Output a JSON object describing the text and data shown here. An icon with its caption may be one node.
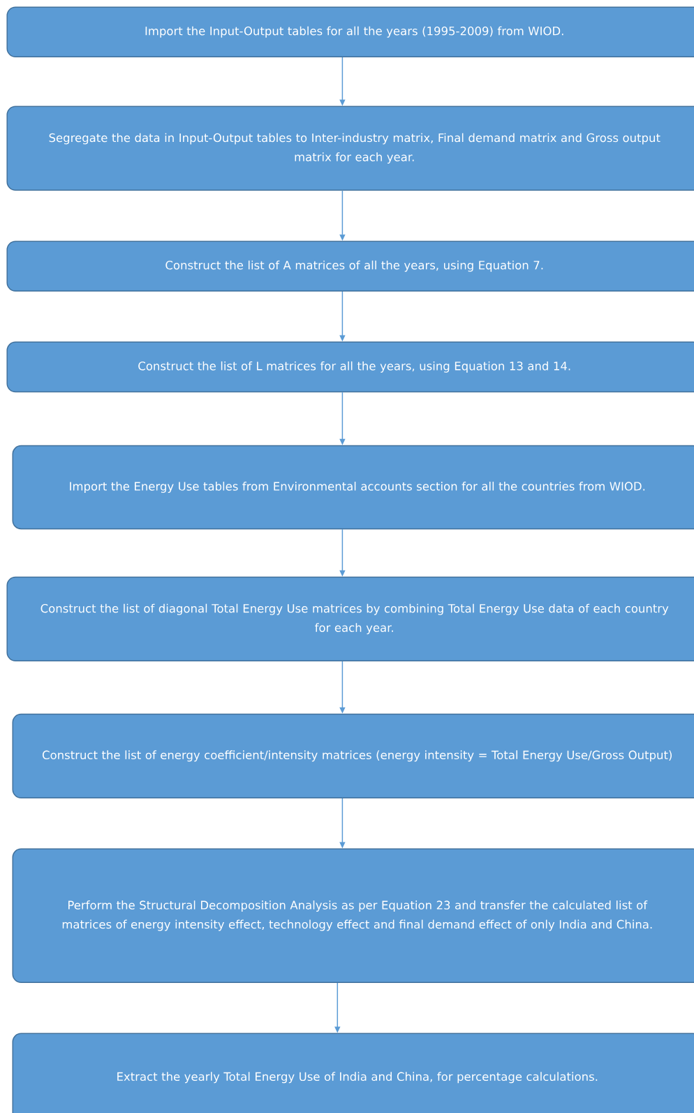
{
  "diagram": {
    "nodes": [
      {
        "text": [
          "Import the Input-Output tables for all the years (1995-2009) from WIOD."
        ]
      },
      {
        "text": [
          "Segregate the data in Input-Output tables to Inter-industry matrix, Final demand matrix and Gross output matrix for each year."
        ]
      },
      {
        "text": [
          "Construct the list of A matrices of all the years, using Equation 7."
        ]
      },
      {
        "text": [
          "Construct the list of L matrices for all the years, using Equation 13 and 14."
        ]
      },
      {
        "text": [
          "Import the Energy Use tables from Environmental accounts section for all the countries from WIOD."
        ]
      },
      {
        "text": [
          "Construct the list of diagonal Total Energy Use matrices by combining Total Energy Use data of each country for each year."
        ]
      },
      {
        "text": [
          "Construct the list of energy coefficient/intensity matrices (energy intensity = Total Energy Use/Gross Output)"
        ]
      },
      {
        "text": [
          "Perform the Structural Decomposition Analysis as per Equation 23 and transfer the calculated list of matrices of energy intensity effect, technology effect and final demand effect of only India and China."
        ]
      },
      {
        "text": [
          "Extract the yearly Total Energy Use of India and China, for percentage calculations."
        ]
      }
    ],
    "edges": [
      {
        "from": 0,
        "to": 1,
        "arrow": "to"
      },
      {
        "from": 1,
        "to": 2,
        "arrow": "to"
      },
      {
        "from": 2,
        "to": 3,
        "arrow": "to"
      },
      {
        "from": 3,
        "to": 4,
        "arrow": "to"
      },
      {
        "from": 4,
        "to": 5,
        "arrow": "to"
      },
      {
        "from": 5,
        "to": 6,
        "arrow": "to"
      },
      {
        "from": 6,
        "to": 7,
        "arrow": "to"
      },
      {
        "from": 7,
        "to": 8,
        "arrow": "to"
      }
    ]
  }
}
